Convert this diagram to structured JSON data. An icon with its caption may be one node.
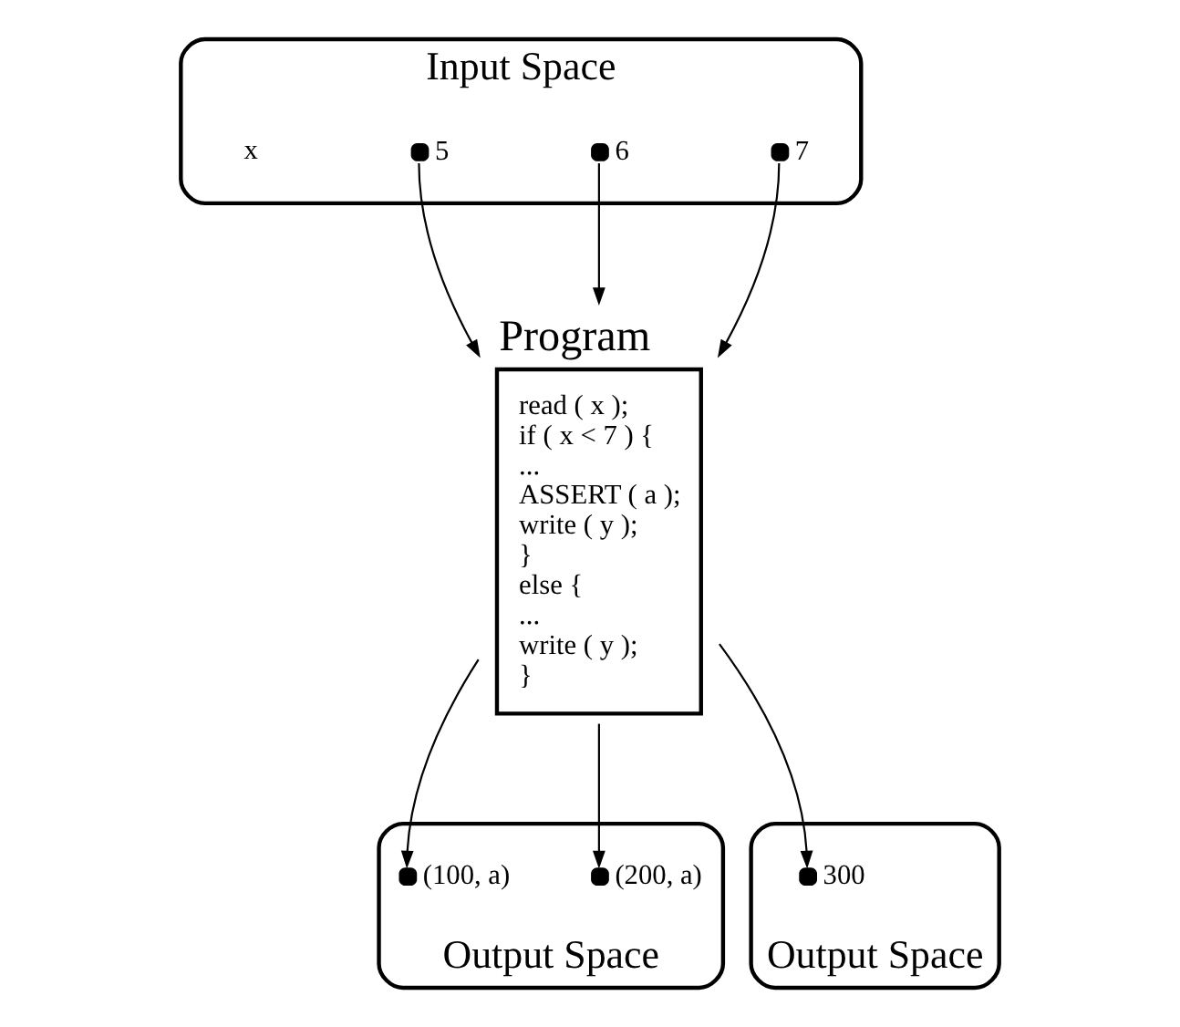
{
  "diagram": {
    "nodes": [
      {
        "text": [
          "Input Space"
        ]
      },
      {
        "text": [
          "x"
        ],
        "in": 0
      },
      {
        "text": [],
        "shape": "circle",
        "in": 0,
        "beside": [
          "5"
        ]
      },
      {
        "text": [],
        "shape": "circle",
        "in": 0,
        "beside": [
          "6"
        ]
      },
      {
        "text": [],
        "shape": "circle",
        "in": 0,
        "beside": [
          "7"
        ]
      },
      {
        "text": [
          "Program",
          "read ( x );",
          "if ( x < 7 ) {",
          "...",
          "ASSERT ( a );",
          "write ( y );",
          "}",
          "else {",
          "...",
          "write ( y );",
          "}"
        ]
      },
      {
        "text": [
          "Output Space"
        ]
      },
      {
        "text": [],
        "shape": "circle",
        "in": 6,
        "beside": [
          "(100, a)"
        ]
      },
      {
        "text": [],
        "shape": "circle",
        "in": 6,
        "beside": [
          "(200, a)"
        ]
      },
      {
        "text": [
          "Output Space"
        ]
      },
      {
        "text": [],
        "shape": "circle",
        "in": 9,
        "beside": [
          "300"
        ]
      }
    ],
    "edges": [
      {
        "from": 2,
        "to": 5,
        "arrow": "to"
      },
      {
        "from": 3,
        "to": 5,
        "arrow": "to"
      },
      {
        "from": 4,
        "to": 5,
        "arrow": "to"
      },
      {
        "from": 5,
        "to": 7,
        "arrow": "to"
      },
      {
        "from": 5,
        "to": 8,
        "arrow": "to"
      },
      {
        "from": 5,
        "to": 10,
        "arrow": "to"
      }
    ]
  }
}
